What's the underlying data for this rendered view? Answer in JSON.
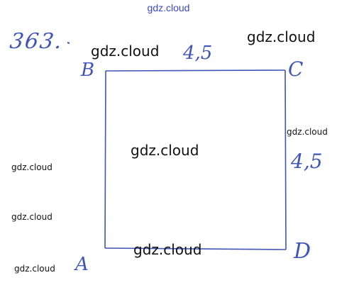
{
  "watermark": {
    "text": "gdz.cloud"
  },
  "handwriting": {
    "problem_number": "363.",
    "vertex_a": "A",
    "vertex_b": "B",
    "vertex_c": "C",
    "vertex_d": "D",
    "side_bc": "4,5",
    "side_cd": "4,5"
  },
  "colors": {
    "ink": "#3f55b8",
    "watermark": "#111111",
    "watermark_top": "#3a47c8"
  }
}
